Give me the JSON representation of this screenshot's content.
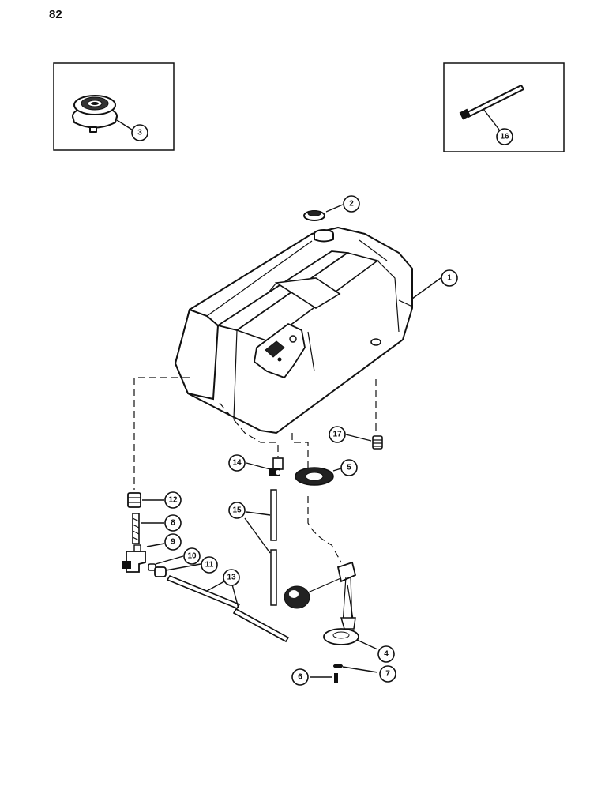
{
  "page_number": "82",
  "callouts": {
    "c1": "1",
    "c2": "2",
    "c3": "3",
    "c4": "4",
    "c5": "5",
    "c6": "6",
    "c7": "7",
    "c8": "8",
    "c9": "9",
    "c10": "10",
    "c11": "11",
    "c12": "12",
    "c13": "13",
    "c14": "14",
    "c15": "15",
    "c16": "16",
    "c17": "17"
  }
}
